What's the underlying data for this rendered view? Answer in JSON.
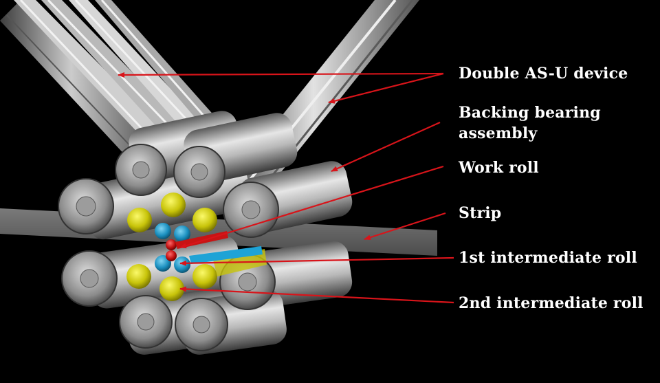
{
  "labels": {
    "double_asu": "Double AS-U device",
    "backing_bearing_line1": "Backing bearing",
    "backing_bearing_line2": "assembly",
    "work_roll": "Work roll",
    "strip": "Strip",
    "first_intermediate": "1st intermediate roll",
    "second_intermediate": "2nd intermediate roll"
  },
  "colors": {
    "background": "#000000",
    "label_text": "#ffffff",
    "leader_line": "#d8141a",
    "backing_roll": "#9a9a9a",
    "second_intermediate_roll": "#d8d60a",
    "first_intermediate_roll": "#1ea3d6",
    "work_roll": "#c81414",
    "strip": "#6a6a6a"
  }
}
